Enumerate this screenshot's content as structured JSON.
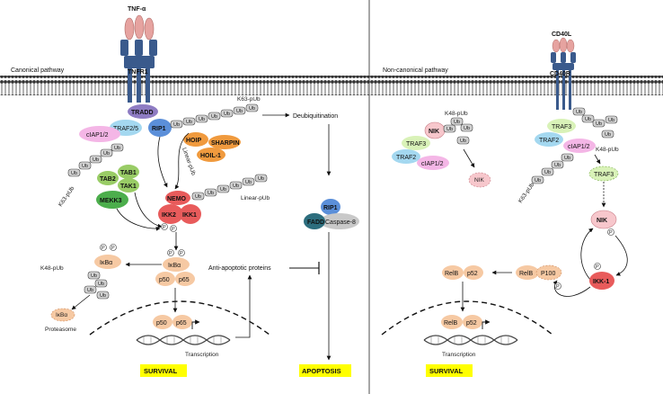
{
  "colors": {
    "receptor_blue": "#3a5a8c",
    "ligand_pink": "#e6a3a0",
    "tradd_purple": "#8e7cc3",
    "traf_lightblue": "#a4d8f0",
    "ciap_pink": "#f4b6e6",
    "rip1_blue": "#5b8fd9",
    "hoip_orange": "#f09a3e",
    "tab_green": "#99cc66",
    "mekk3_green": "#4cae4c",
    "nemo_red": "#e85b5b",
    "ikba_peach": "#f6c9a3",
    "nik_pink": "#f7c7cc",
    "fadd_teal": "#2d6e7e",
    "caspase_gray": "#c9c9c9",
    "survival_yellow": "#ffff00",
    "ub_gray": "#d0d0d0"
  },
  "canonical": {
    "pathway_title": "Canonical pathway",
    "ligand": "TNF-α",
    "receptor": "TNFR1",
    "tradd": "TRADD",
    "traf25": "TRAF2/5",
    "ciap": "cIAP1/2",
    "rip1": "RIP1",
    "hoip": "HOIP",
    "sharpin": "SHARPIN",
    "hoil1": "HOIL-1",
    "k63_pub_top": "K63-pUb",
    "k63_pub_left": "K63-pUb",
    "linear_pub_nemo": "Linear-pUb",
    "linear_pub_right": "Linear-pUb",
    "tab1": "TAB1",
    "tab2": "TAB2",
    "tak1": "TAK1",
    "mekk3": "MEKK3",
    "nemo": "NEMO",
    "ikk2": "IKK2",
    "ikk1": "IKK1",
    "deubiquitination": "Deubiquitination",
    "rip1_complex": "RIP1",
    "fadd": "FADD",
    "caspase8": "Caspase-8",
    "ikba": "IκBα",
    "ikba_left": "IκBα",
    "ikba_proteasome": "IκBα",
    "p50": "p50",
    "p65": "p65",
    "p50_nuc": "p50",
    "p65_nuc": "p65",
    "k48_pub": "K48-pUb",
    "proteasome": "Proteasome",
    "anti_apoptotic": "Anti-apoptotic proteins",
    "transcription": "Transcription",
    "survival": "SURVIVAL",
    "apoptosis": "APOPTOSIS",
    "ub": "Ub",
    "p": "P"
  },
  "noncanonical": {
    "pathway_title": "Non-canonical pathway",
    "ligand": "CD40L",
    "receptor": "CD40R",
    "k48_pub_left": "K48-pUb",
    "k48_pub_right": "K48-pUb",
    "k63_pub": "K63-pUb",
    "nik_left": "NIK",
    "traf3_left": "TRAF3",
    "traf2_left": "TRAF2",
    "ciap_left": "cIAP1/2",
    "nik_degraded": "NIK",
    "traf3_right": "TRAF3",
    "traf2_right": "TRAF2",
    "ciap_right": "cIAP1/2",
    "traf3_released": "TRAF3",
    "nik_mid": "NIK",
    "ikk1": "IKK-1",
    "relb": "RelB",
    "p100": "P100",
    "relb_p52": "RelB",
    "p52": "p52",
    "relb_nuc": "RelB",
    "p52_nuc": "p52",
    "transcription": "Transcription",
    "survival": "SURVIVAL",
    "ub": "Ub",
    "p": "P"
  }
}
